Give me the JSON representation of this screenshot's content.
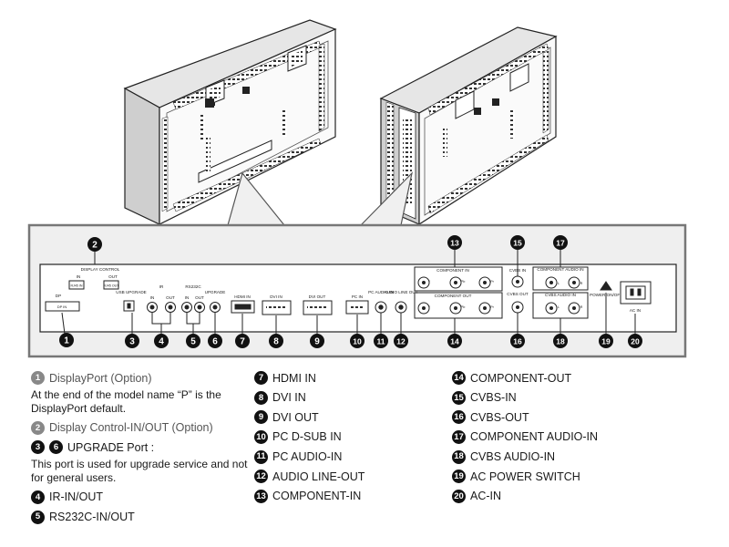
{
  "panel_labels": {
    "display_control": "DISPLAY CONTROL",
    "dc_in": "IN",
    "dc_out": "OUT",
    "dc_in_port": "RJ45 IN",
    "dc_out_port": "RJ45 OUT",
    "dp": "DP",
    "dp_port": "DP IN",
    "usb_upgrade": "USB UPGRADE",
    "ir": "IR",
    "ir_in": "IN",
    "ir_out": "OUT",
    "rs232c": "RS232C",
    "rs_in": "IN",
    "rs_out": "OUT",
    "upgrade": "UPGRADE",
    "hdmi_in": "HDMI IN",
    "dvi_in": "DVI IN",
    "dvi_out": "DVI OUT",
    "pc_in": "PC IN",
    "pc_audio_in": "PC AUDIO IN",
    "audio_line_out": "AUDIO LINE OUT",
    "component_in": "COMPONENT IN",
    "component_out": "COMPONENT OUT",
    "y": "Y",
    "pb": "Pb",
    "pr": "Pr",
    "cvbs_in": "CVBS IN",
    "cvbs_out": "CVBS OUT",
    "component_audio_in": "COMPONENT AUDIO IN",
    "cvbs_audio_in": "CVBS AUDIO IN",
    "l": "L",
    "r": "R",
    "power_switch": "POWER ON/OFF",
    "ac_in": "AC IN"
  },
  "callouts": [
    "1",
    "2",
    "3",
    "4",
    "5",
    "6",
    "7",
    "8",
    "9",
    "10",
    "11",
    "12",
    "13",
    "14",
    "15",
    "16",
    "17",
    "18",
    "19",
    "20"
  ],
  "legend": {
    "col1": [
      {
        "num": "1",
        "label": "DisplayPort (Option)",
        "muted": true
      },
      {
        "note": "At the end of the model name “P” is the DisplayPort default."
      },
      {
        "num": "2",
        "label": "Display Control-IN/OUT (Option)",
        "muted": true
      },
      {
        "nums": [
          "3",
          "6"
        ],
        "label": "UPGRADE Port :"
      },
      {
        "note": "This port is used for upgrade service and not for general users."
      },
      {
        "num": "4",
        "label": "IR-IN/OUT"
      },
      {
        "num": "5",
        "label": "RS232C-IN/OUT"
      }
    ],
    "col2": [
      {
        "num": "7",
        "label": "HDMI IN"
      },
      {
        "num": "8",
        "label": "DVI IN"
      },
      {
        "num": "9",
        "label": "DVI OUT"
      },
      {
        "num": "10",
        "label": "PC D-SUB IN"
      },
      {
        "num": "11",
        "label": "PC AUDIO-IN"
      },
      {
        "num": "12",
        "label": "AUDIO LINE-OUT"
      },
      {
        "num": "13",
        "label": "COMPONENT-IN"
      }
    ],
    "col3": [
      {
        "num": "14",
        "label": "COMPONENT-OUT"
      },
      {
        "num": "15",
        "label": "CVBS-IN"
      },
      {
        "num": "16",
        "label": "CVBS-OUT"
      },
      {
        "num": "17",
        "label": "COMPONENT AUDIO-IN"
      },
      {
        "num": "18",
        "label": "CVBS AUDIO-IN"
      },
      {
        "num": "19",
        "label": "AC POWER SWITCH"
      },
      {
        "num": "20",
        "label": "AC-IN"
      }
    ]
  }
}
